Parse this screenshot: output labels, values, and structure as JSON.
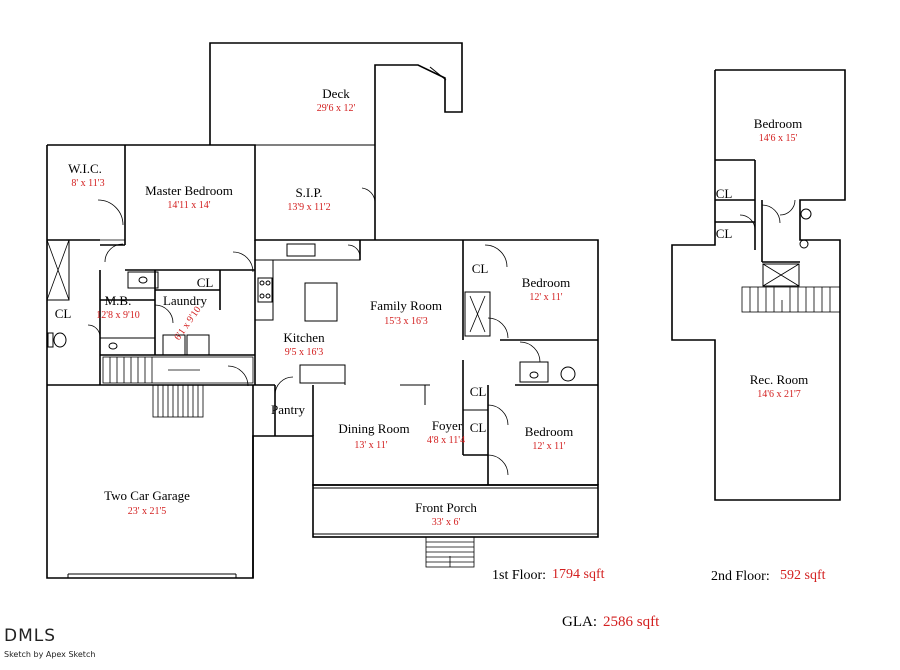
{
  "rooms": {
    "deck": {
      "name": "Deck",
      "size": "29'6 x 12'"
    },
    "wic": {
      "name": "W.I.C.",
      "size": "8' x 11'3"
    },
    "master": {
      "name": "Master Bedroom",
      "size": "14'11 x 14'"
    },
    "sip": {
      "name": "S.I.P.",
      "size": "13'9 x 11'2"
    },
    "family": {
      "name": "Family Room",
      "size": "15'3 x 16'3"
    },
    "bedroom1": {
      "name": "Bedroom",
      "size": "12' x 11'"
    },
    "mb": {
      "name": "M.B.",
      "size": "12'8 x 9'10"
    },
    "laundry": {
      "name": "Laundry",
      "size": "6'1 x 9'10"
    },
    "kitchen": {
      "name": "Kitchen",
      "size": "9'5 x 16'3"
    },
    "pantry": {
      "name": "Pantry"
    },
    "dining": {
      "name": "Dining Room",
      "size": "13' x 11'"
    },
    "foyer": {
      "name": "Foyer",
      "size": "4'8 x 11'4"
    },
    "bedroom2": {
      "name": "Bedroom",
      "size": "12' x 11'"
    },
    "garage": {
      "name": "Two Car Garage",
      "size": "23' x 21'5"
    },
    "porch": {
      "name": "Front Porch",
      "size": "33' x 6'"
    },
    "up_bedroom": {
      "name": "Bedroom",
      "size": "14'6 x 15'"
    },
    "rec_room": {
      "name": "Rec. Room",
      "size": "14'6 x 21'7"
    }
  },
  "closets": {
    "label": "CL"
  },
  "floors": {
    "first": {
      "label": "1st Floor:",
      "sqft": "1794 sqft"
    },
    "second": {
      "label": "2nd Floor:",
      "sqft": "592 sqft"
    }
  },
  "gla": {
    "label": "GLA:",
    "sqft": "2586 sqft"
  },
  "footer": {
    "brand": "DMLS",
    "sketch_credit": "Sketch by Apex Sketch"
  },
  "colors": {
    "dimension_text": "#d32020",
    "walls": "#000000"
  }
}
